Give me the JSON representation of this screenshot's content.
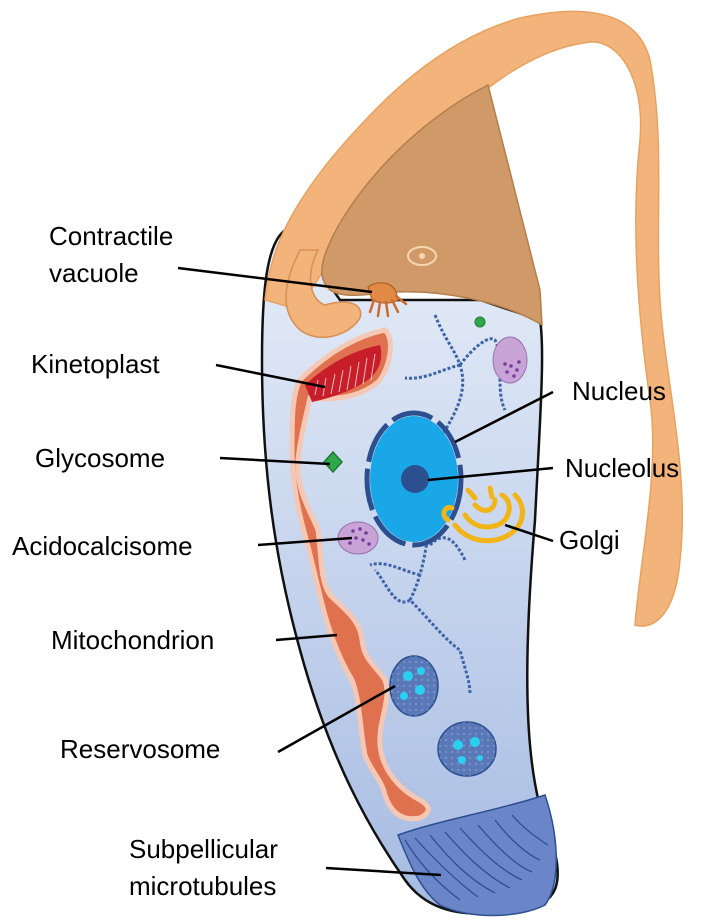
{
  "labels": {
    "contractile_vacuole": [
      "Contractile",
      "vacuole"
    ],
    "kinetoplast": "Kinetoplast",
    "glycosome": "Glycosome",
    "acidocalcisome": "Acidocalcisome",
    "mitochondrion": "Mitochondrion",
    "reservosome": "Reservosome",
    "subpellicular_microtubules": [
      "Subpellicular",
      "microtubules"
    ],
    "nucleus": "Nucleus",
    "nucleolus": "Nucleolus",
    "golgi": "Golgi"
  },
  "colors": {
    "flagellum": "#f2b47a",
    "flagellar_pocket": "#cf9a68",
    "cell_body_top": "#e2eaf6",
    "cell_body_bottom": "#a9bde3",
    "nucleus": "#1aa7e8",
    "nucleolus": "#2b4f8f",
    "mitochondrion": "#e0714f",
    "kinetoplast": "#c81e2a",
    "golgi": "#f2b416",
    "glycosome": "#2fa84a",
    "acidocalcisome": "#c8a3d6",
    "reservosome": "#5a78b8",
    "microtubules": "#6b86c8",
    "cytoskeleton": "#3d63a8"
  }
}
